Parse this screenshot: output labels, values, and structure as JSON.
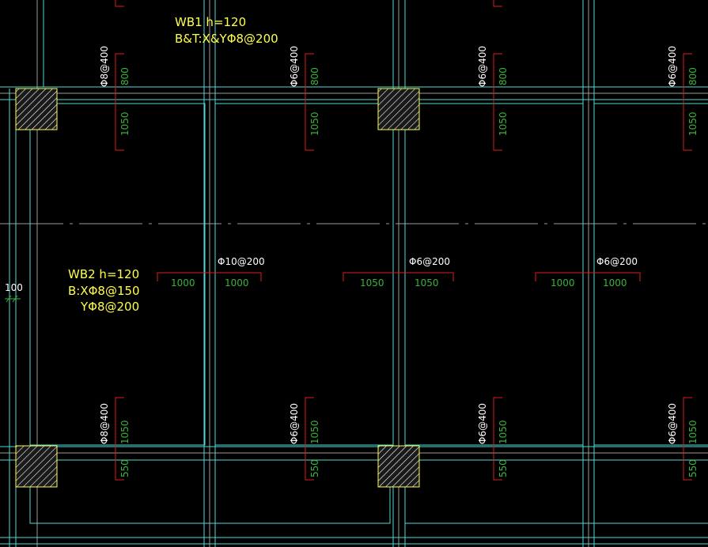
{
  "colors": {
    "background": "#000000",
    "beam_outline": "#4fd8d8",
    "axis": "#9a9a9a",
    "rebar": "#e01a1a",
    "note_text": "#ffff4a",
    "spec_text": "#ffffff",
    "dim_text": "#3cb23c",
    "column_fill": "#ffffff",
    "column_border": "#ffff4a"
  },
  "notes": {
    "wb1": {
      "line1": "WB1 h=120",
      "line2": "B&T:X&YΦ8@200"
    },
    "wb2": {
      "line1": "WB2 h=120",
      "line2": "B:XΦ8@150",
      "line3": "YΦ8@200"
    }
  },
  "edge_dim": {
    "value": "100"
  },
  "top_bars": [
    {
      "spec": "Φ8@400",
      "upper": "800",
      "lower": "1050"
    },
    {
      "spec": "Φ6@400",
      "upper": "800",
      "lower": "1050"
    },
    {
      "spec": "Φ6@400",
      "upper": "800",
      "lower": "1050"
    },
    {
      "spec": "Φ6@400",
      "upper": "800",
      "lower": "1050"
    }
  ],
  "bottom_bars": [
    {
      "spec": "Φ8@400",
      "upper": "1050",
      "lower": "550"
    },
    {
      "spec": "Φ6@400",
      "upper": "1050",
      "lower": "550"
    },
    {
      "spec": "Φ6@400",
      "upper": "1050",
      "lower": "550"
    },
    {
      "spec": "Φ6@400",
      "upper": "1050",
      "lower": "550"
    }
  ],
  "mid_bars": [
    {
      "spec": "Φ10@200",
      "left": "1000",
      "right": "1000"
    },
    {
      "spec": "Φ6@200",
      "left": "1050",
      "right": "1050"
    },
    {
      "spec": "Φ6@200",
      "left": "1000",
      "right": "1000"
    }
  ]
}
